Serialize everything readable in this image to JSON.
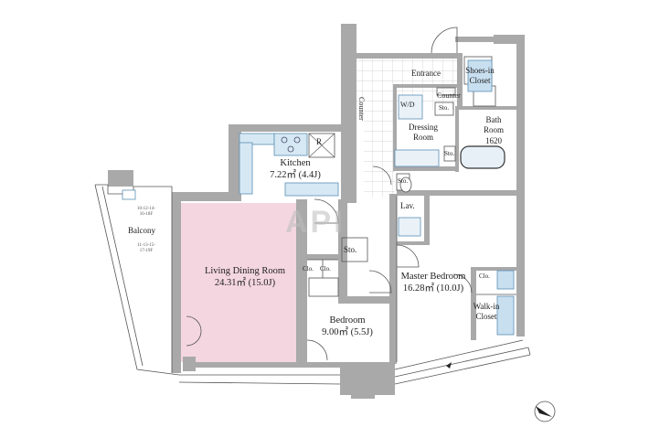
{
  "rooms": {
    "living": {
      "name": "Living Dining Room",
      "area": "24.31㎡ (15.0J)"
    },
    "kitchen": {
      "name": "Kitchen",
      "area": "7.22㎡ (4.4J)"
    },
    "bedroom": {
      "name": "Bedroom",
      "area": "9.00㎡ (5.5J)"
    },
    "master": {
      "name": "Master Bedroom",
      "area": "16.28㎡ (10.0J)"
    },
    "bath": {
      "name": "Bath Room",
      "size": "1620"
    },
    "dressing": {
      "name": "Dressing Room"
    },
    "entrance": "Entrance",
    "shoes": "Shoes-in Closet",
    "walkin": "Walk-in Closet",
    "balcony": "Balcony"
  },
  "labels": {
    "counter_top": "Counter",
    "counter_vertical": "Counter",
    "wd": "W/D",
    "sto": "Sto.",
    "lav": "Lav.",
    "clo": "Clo.",
    "refrigerator": "R"
  },
  "unit_marks": {
    "a": "10-12-14-16-18F",
    "b": "11-13-15-17-19F"
  },
  "watermark": "API",
  "colors": {
    "wall": "#a9a9a9",
    "living_fill": "#f4d6e0",
    "tile": "#c9c9c9",
    "fixture": "#9fc6de",
    "watermark": "#bdbdbd"
  }
}
